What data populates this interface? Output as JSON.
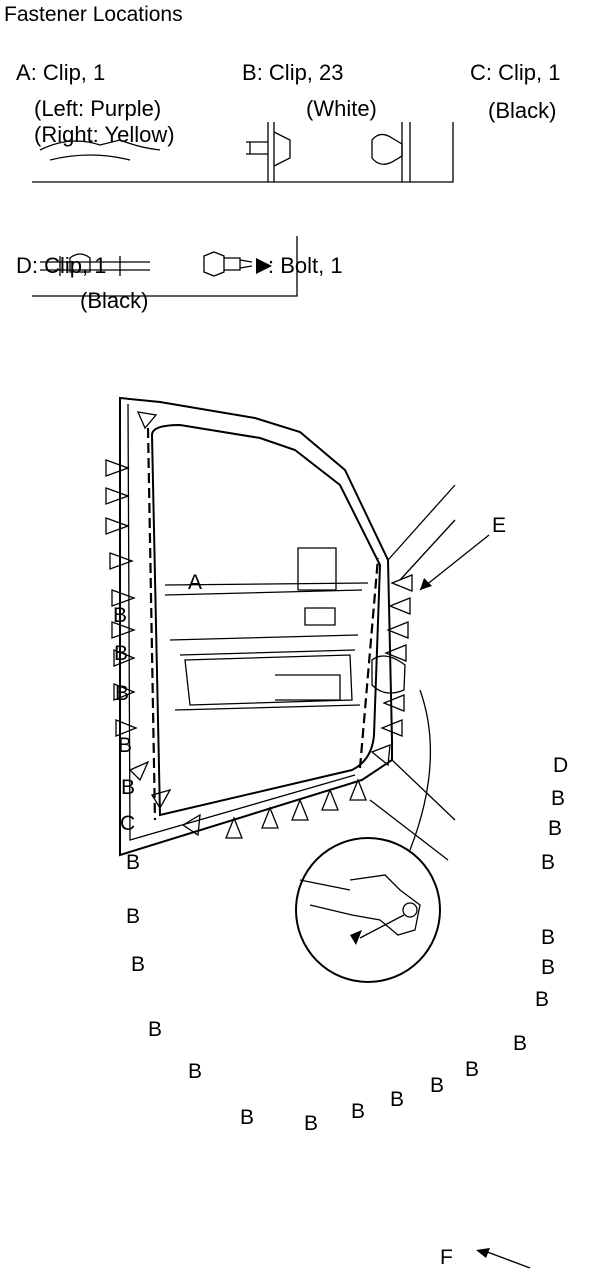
{
  "title": "Fastener Locations",
  "legend": {
    "a": {
      "marker": "A",
      "text": ": Clip, 1",
      "note1": "(Left: Purple)",
      "note2": "(Right: Yellow)"
    },
    "b": {
      "marker": "B",
      "text": ": Clip, 23",
      "note1": "(White)"
    },
    "c": {
      "marker": "C",
      "text": ": Clip, 1",
      "note1": "(Black)"
    },
    "d": {
      "marker": "D",
      "text": ": Clip, 1",
      "note1": "(Black)"
    },
    "e": {
      "text": ": Bolt, 1"
    }
  },
  "callouts": {
    "A": "A",
    "B": "B",
    "C": "C",
    "D": "D",
    "E": "E",
    "F": "F"
  }
}
